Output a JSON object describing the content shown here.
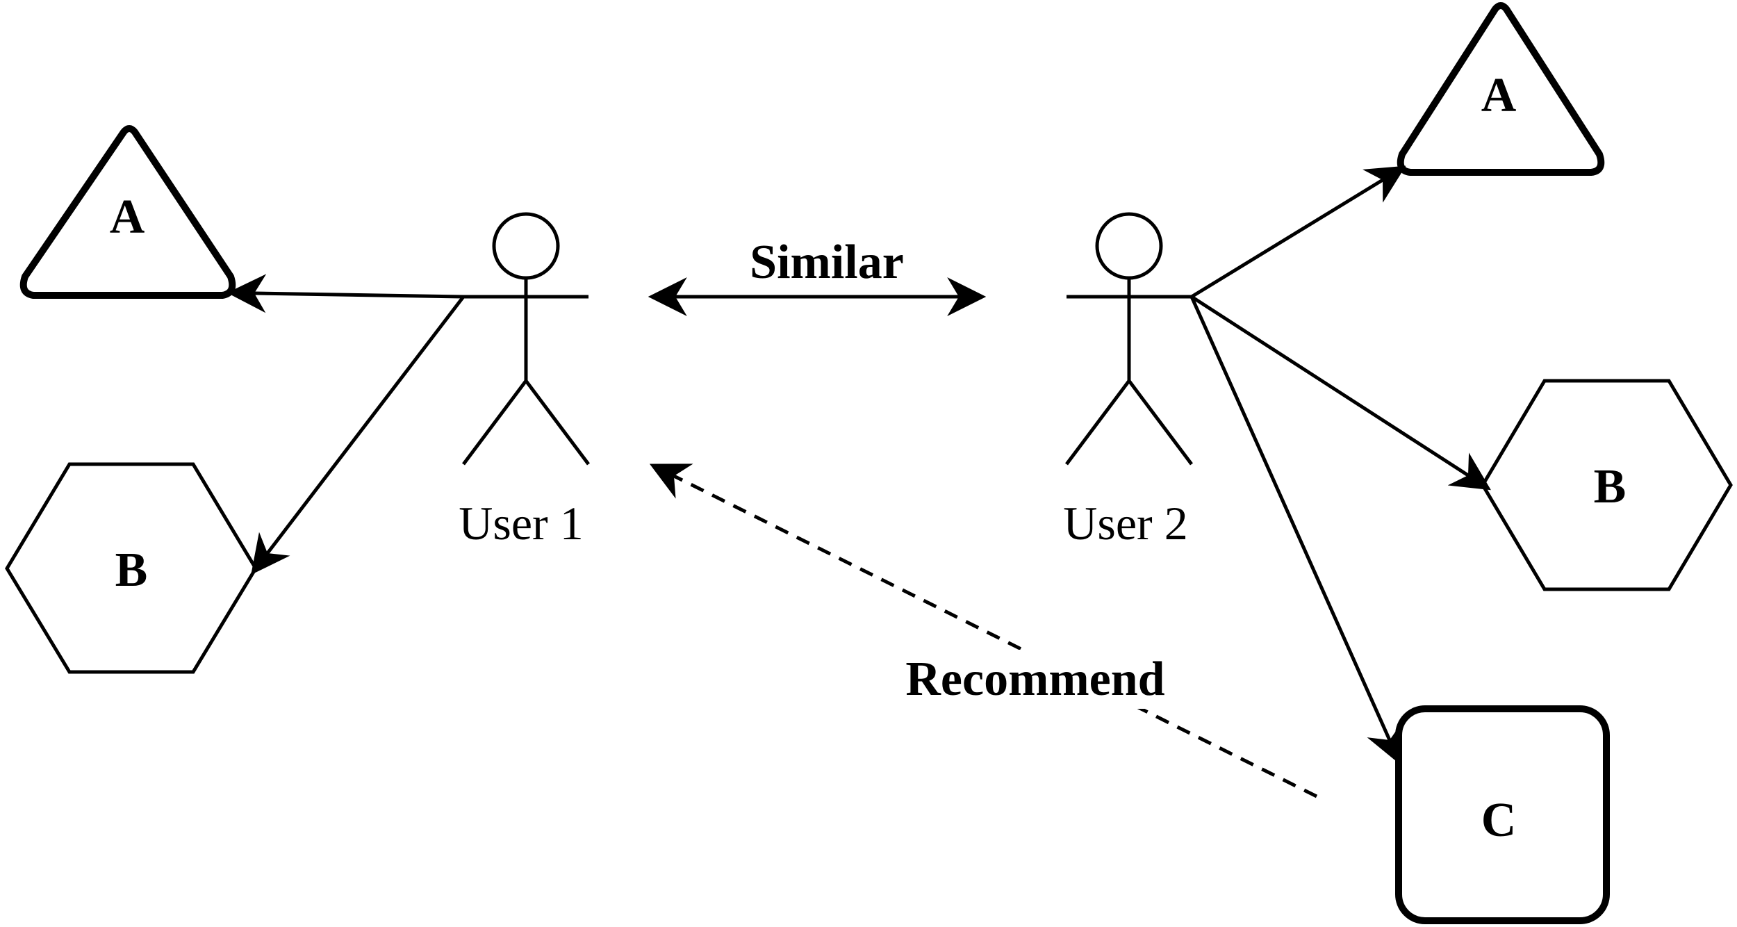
{
  "users": [
    {
      "label": "User 1"
    },
    {
      "label": "User 2"
    }
  ],
  "items": {
    "u1_a": "A",
    "u1_b": "B",
    "u2_a": "A",
    "u2_b": "B",
    "u2_c": "C"
  },
  "relations": {
    "similar": "Similar",
    "recommend": "Recommend"
  },
  "colors": {
    "stroke": "#000000",
    "background": "#ffffff"
  }
}
